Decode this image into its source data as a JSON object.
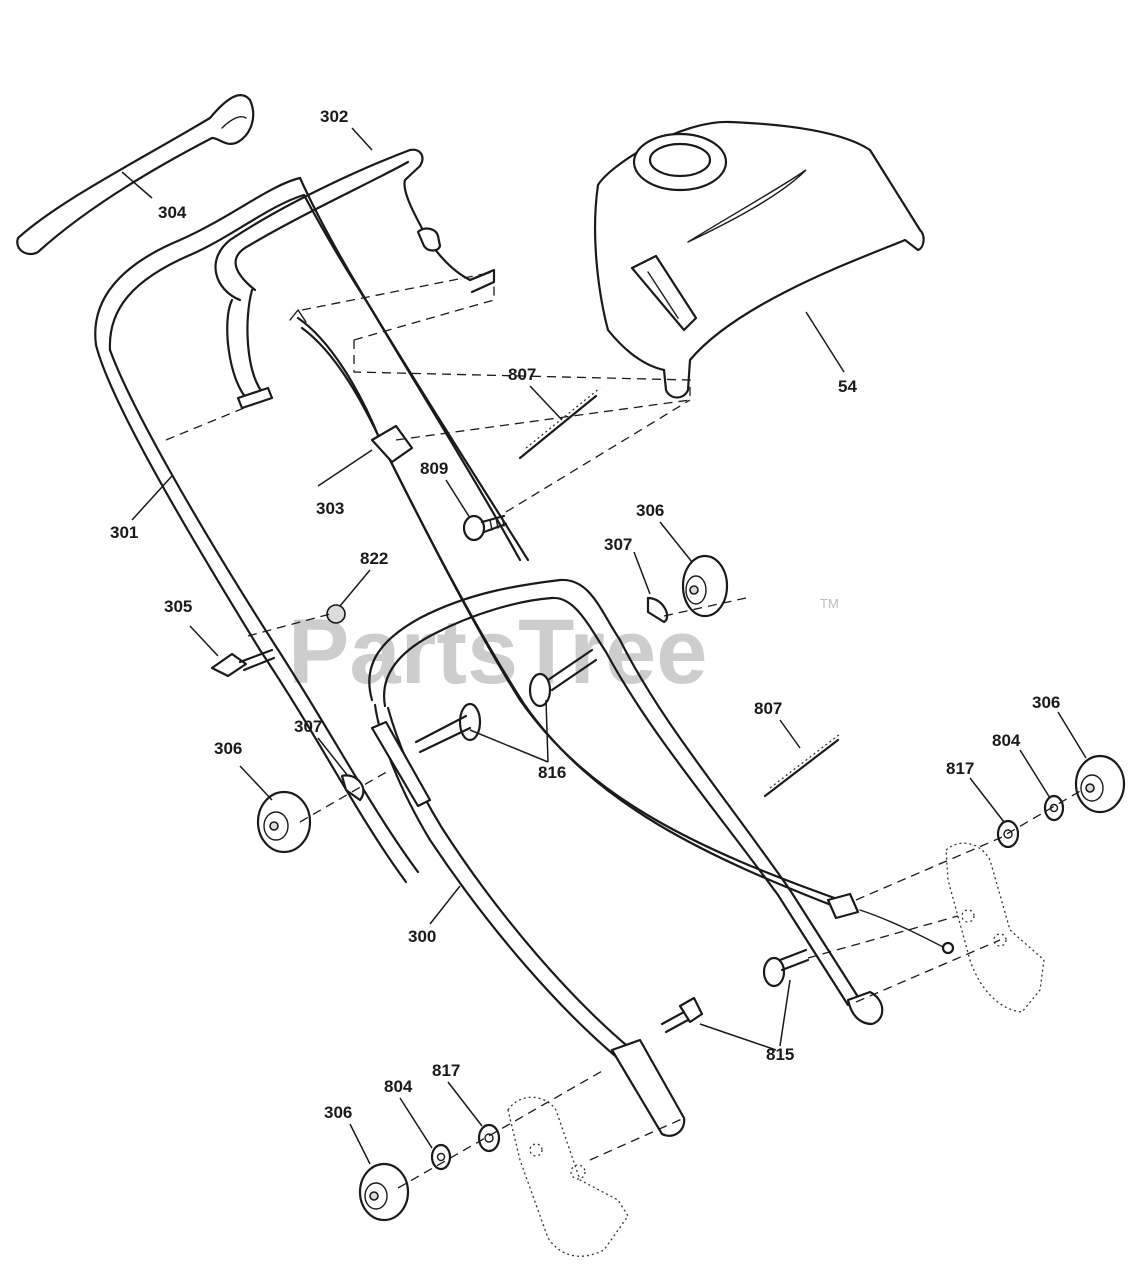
{
  "watermark": {
    "brand": "PartsTree",
    "trademark": "TM"
  },
  "callouts": {
    "c300": "300",
    "c301": "301",
    "c302": "302",
    "c303": "303",
    "c304": "304",
    "c305": "305",
    "c306_a": "306",
    "c306_b": "306",
    "c306_c": "306",
    "c306_d": "306",
    "c307_a": "307",
    "c307_b": "307",
    "c54": "54",
    "c804_a": "804",
    "c804_b": "804",
    "c807_a": "807",
    "c807_b": "807",
    "c809": "809",
    "c815": "815",
    "c816": "816",
    "c817_a": "817",
    "c817_b": "817",
    "c822": "822"
  }
}
